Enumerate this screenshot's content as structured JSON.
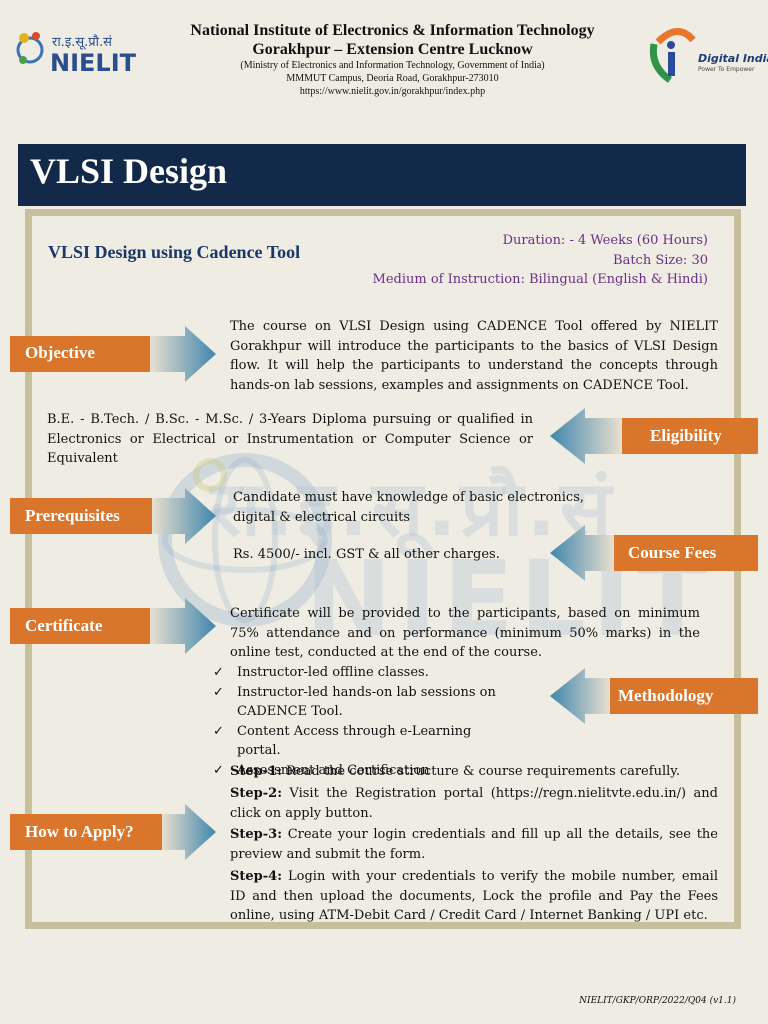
{
  "header": {
    "line1": "National Institute of Electronics & Information Technology",
    "line2": "Gorakhpur – Extension Centre Lucknow",
    "line3": "(Ministry of Electronics and Information Technology, Government of India)",
    "line4": "MMMUT Campus, Deoria Road, Gorakhpur-273010",
    "line5": "https://www.nielit.gov.in/gorakhpur/index.php",
    "logo_left_hindi": "रा.इ.सू.प्रौ.सं",
    "logo_left_text": "NIELIT",
    "logo_right_text": "Digital India",
    "logo_right_tag": "Power To Empower"
  },
  "banner_title": "VLSI Design",
  "subtitle": "VLSI Design using Cadence Tool",
  "meta": {
    "duration": "Duration: - 4 Weeks (60 Hours)",
    "batch": "Batch Size: 30",
    "medium": "Medium of Instruction: Bilingual (English & Hindi)"
  },
  "labels": {
    "objective": "Objective",
    "eligibility": "Eligibility",
    "prerequisites": "Prerequisites",
    "fees": "Course Fees",
    "certificate": "Certificate",
    "methodology": "Methodology",
    "apply": "How to Apply?"
  },
  "content": {
    "objective": "The course on VLSI Design using CADENCE Tool offered by NIELIT Gorakhpur will introduce the participants to the basics of VLSI Design flow. It will help the participants to understand the concepts through hands-on lab sessions, examples and assignments on CADENCE Tool.",
    "eligibility": "B.E. - B.Tech. / B.Sc. - M.Sc. / 3-Years Diploma pursuing or qualified in Electronics or Electrical or Instrumentation or Computer Science or Equivalent",
    "prerequisites": "Candidate must have knowledge of basic electronics, digital & electrical circuits",
    "fees": "Rs. 4500/- incl. GST & all other charges.",
    "certificate": "Certificate will be provided to the participants, based on minimum 75% attendance and on performance (minimum 50% marks) in the online test, conducted at the end of the course.",
    "methodology": [
      "Instructor-led offline classes.",
      "Instructor-led hands-on lab sessions on CADENCE Tool.",
      "Content Access through e-Learning portal.",
      "Assessment and Certification"
    ],
    "steps": [
      {
        "label": "Step-1:",
        "text": " Read the course structure & course requirements carefully."
      },
      {
        "label": "Step-2:",
        "text": " Visit the Registration portal (https://regn.nielitvte.edu.in/) and click on apply button."
      },
      {
        "label": "Step-3:",
        "text": " Create your login credentials and fill up all the details, see the preview and submit the form."
      },
      {
        "label": "Step-4:",
        "text": " Login with your credentials to verify the mobile number, email ID and then upload the documents, Lock the profile and Pay the Fees online, using ATM-Debit Card / Credit Card / Internet Banking / UPI etc."
      }
    ]
  },
  "watermark": {
    "hindi": "रा.इ.सू.प्रौ.सं",
    "text": "NIELIT"
  },
  "footer": "NIELIT/GKP/ORP/2022/Q04 (v1.1)",
  "colors": {
    "banner": "#13294a",
    "label": "#d9762b",
    "arrow": "#4a8db0",
    "frame": "#c7bf9b",
    "meta": "#6a2f84",
    "subtitle": "#1b3769"
  }
}
